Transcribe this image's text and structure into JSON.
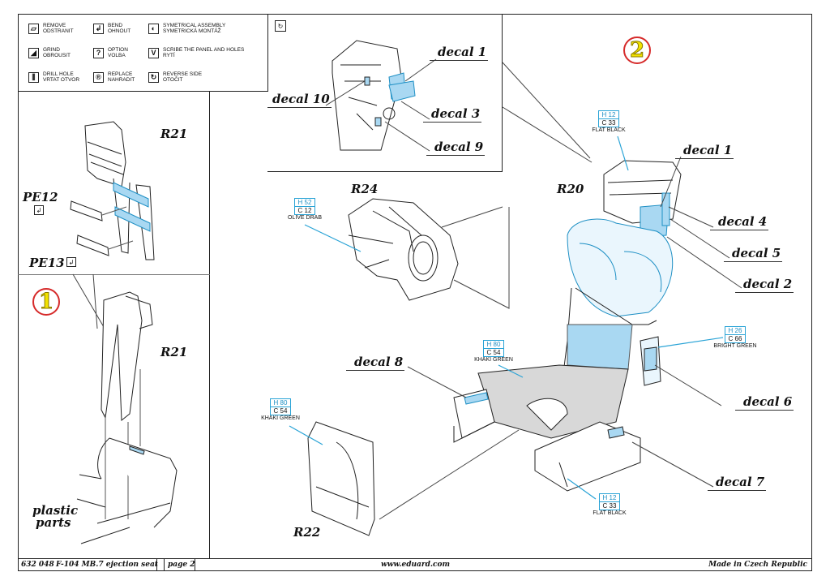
{
  "document": {
    "product_code": "632 048",
    "product_name": "F-104 MB.7 ejection seat",
    "page": "page 2",
    "website": "www.eduard.com",
    "made_in": "Made in Czech Republic"
  },
  "legend": [
    {
      "icon": "remove-icon",
      "glyph": "▱",
      "line1": "REMOVE",
      "line2": "ODSTRANIT"
    },
    {
      "icon": "bend-icon",
      "glyph": "↲",
      "line1": "BEND",
      "line2": "OHNOUT"
    },
    {
      "icon": "symmetrical-assembly-icon",
      "glyph": "◐",
      "line1": "SYMETRICAL ASSEMBLY",
      "line2": "SYMETRICKÁ MONTÁŽ"
    },
    {
      "icon": "grind-icon",
      "glyph": "◢",
      "line1": "GRIND",
      "line2": "OBROUSIT"
    },
    {
      "icon": "option-icon",
      "glyph": "?",
      "line1": "OPTION",
      "line2": "VOLBA"
    },
    {
      "icon": "scribe-icon",
      "glyph": "V",
      "line1": "SCRIBE THE PANEL AND HOLES",
      "line2": "RYTÍ"
    },
    {
      "icon": "drill-hole-icon",
      "glyph": "⫼",
      "line1": "DRILL HOLE",
      "line2": "VRTAT OTVOR"
    },
    {
      "icon": "replace-icon",
      "glyph": "®",
      "line1": "REPLACE",
      "line2": "NAHRADIT"
    },
    {
      "icon": "reverse-side-icon",
      "glyph": "↻",
      "line1": "REVERSE SIDE",
      "line2": "OTOČIT"
    }
  ],
  "steps": {
    "step1": "1",
    "step2": "2"
  },
  "parts": {
    "r21_top": "R21",
    "r21_bottom": "R21",
    "pe12": "PE12",
    "pe13": "PE13",
    "plastic_parts_line1": "plastic",
    "plastic_parts_line2": "parts",
    "r24": "R24",
    "r20": "R20",
    "r22": "R22"
  },
  "inset": {
    "reverse_glyph": "↻",
    "decals": [
      "decal 1",
      "decal 10",
      "decal 3",
      "decal 9"
    ]
  },
  "decals_main": [
    "decal 1",
    "decal 4",
    "decal 5",
    "decal 2",
    "decal 6",
    "decal 8",
    "decal 7"
  ],
  "paints": [
    {
      "id": "r24-olive",
      "h": "H 52",
      "c": "C 12",
      "name": "OLIVE DRAB"
    },
    {
      "id": "r20-top-black",
      "h": "H 12",
      "c": "C 33",
      "name": "FLAT BLACK"
    },
    {
      "id": "cushion-khaki",
      "h": "H 80",
      "c": "C 54",
      "name": "KHAKI GREEN"
    },
    {
      "id": "bottle-green",
      "h": "H 26",
      "c": "C 66",
      "name": "BRIGHT GREEN"
    },
    {
      "id": "r22-khaki",
      "h": "H 80",
      "c": "C 54",
      "name": "KHAKI GREEN"
    },
    {
      "id": "base-black",
      "h": "H 12",
      "c": "C 33",
      "name": "FLAT BLACK"
    }
  ],
  "colors": {
    "decal_blue": "#a9d8f2",
    "paint_line": "#29a3d6",
    "step_circle": "#d62a2a",
    "step_number": "#f2e200",
    "cushion_gray": "#d8d8d8"
  }
}
